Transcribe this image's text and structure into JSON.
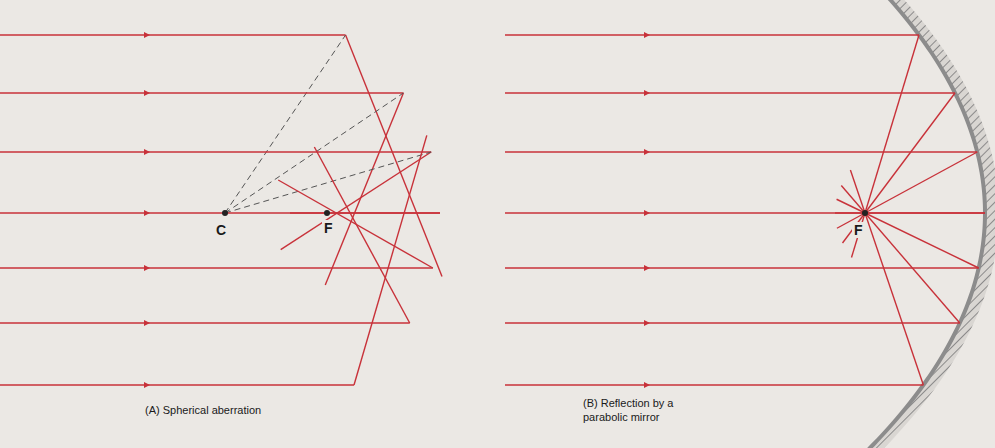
{
  "diagram": {
    "labels": [
      "C",
      "F",
      "(A) Spherical aberration",
      "F",
      "(B) Reflection by a parabolic mirror"
    ]
  }
}
